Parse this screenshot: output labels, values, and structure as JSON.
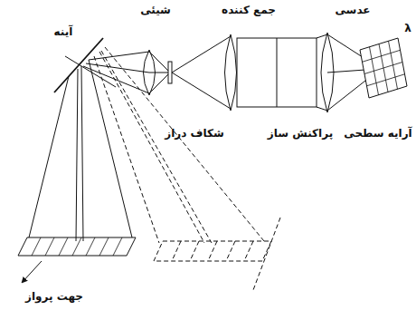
{
  "diagram": {
    "labels": [
      "شیئی",
      "جمع کننده",
      "عدسی",
      "آینه",
      "λ",
      "شکاف دراز",
      "پراکنش ساز",
      "آرایه سطحی",
      "جهت پرواز"
    ]
  }
}
